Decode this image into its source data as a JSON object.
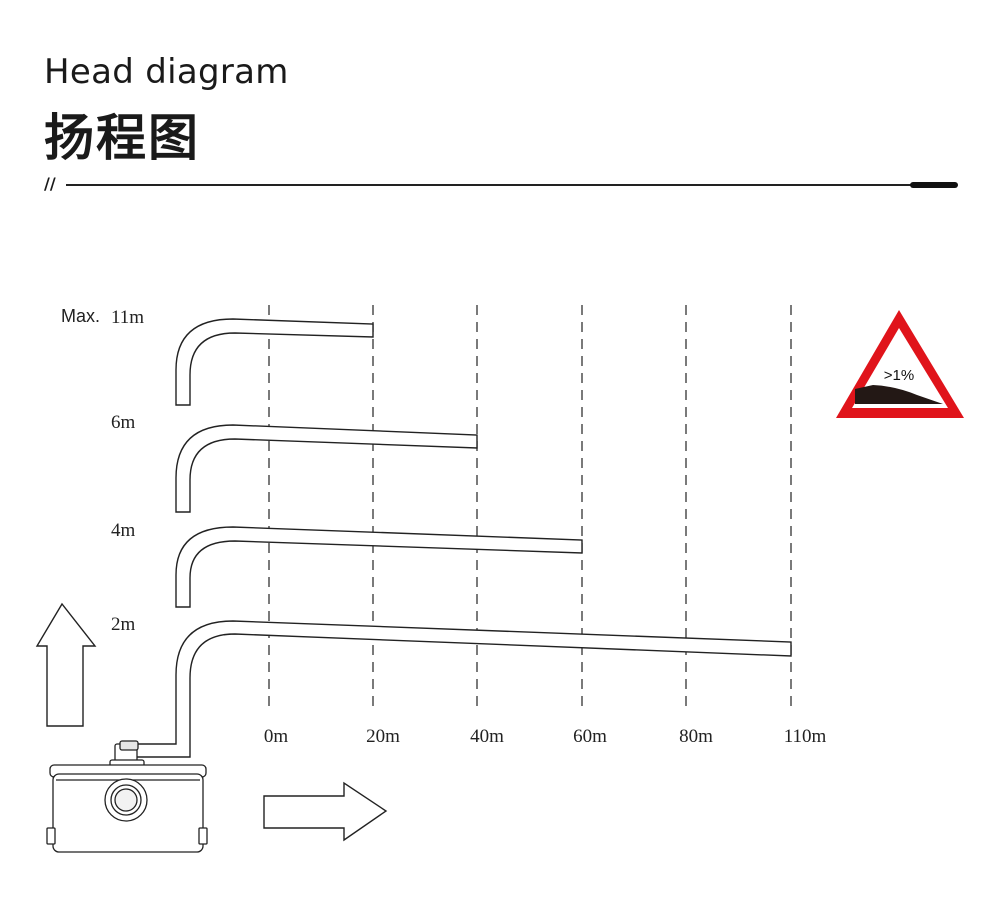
{
  "header": {
    "title_en": "Head diagram",
    "title_zh": "扬程图",
    "divider_mark": "//"
  },
  "diagram": {
    "heights": [
      {
        "prefix": "Max.",
        "label": "11m",
        "distance_m": 20
      },
      {
        "prefix": "",
        "label": "6m",
        "distance_m": 40
      },
      {
        "prefix": "",
        "label": "4m",
        "distance_m": 60
      },
      {
        "prefix": "",
        "label": "2m",
        "distance_m": 110
      }
    ],
    "distance_labels": [
      "0m",
      "20m",
      "40m",
      "60m",
      "80m",
      "110m"
    ],
    "slope_sign": {
      "label": ">1%",
      "border_color": "#e0141b",
      "fill_color": "#231815"
    }
  }
}
